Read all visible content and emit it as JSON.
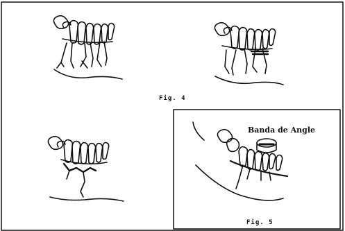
{
  "figure": {
    "fig4_caption": "Fig. 4",
    "fig5_caption": "Fig. 5",
    "band_label": "Banda de Angle"
  },
  "colors": {
    "ink": "#111111",
    "paper": "#ffffff"
  }
}
